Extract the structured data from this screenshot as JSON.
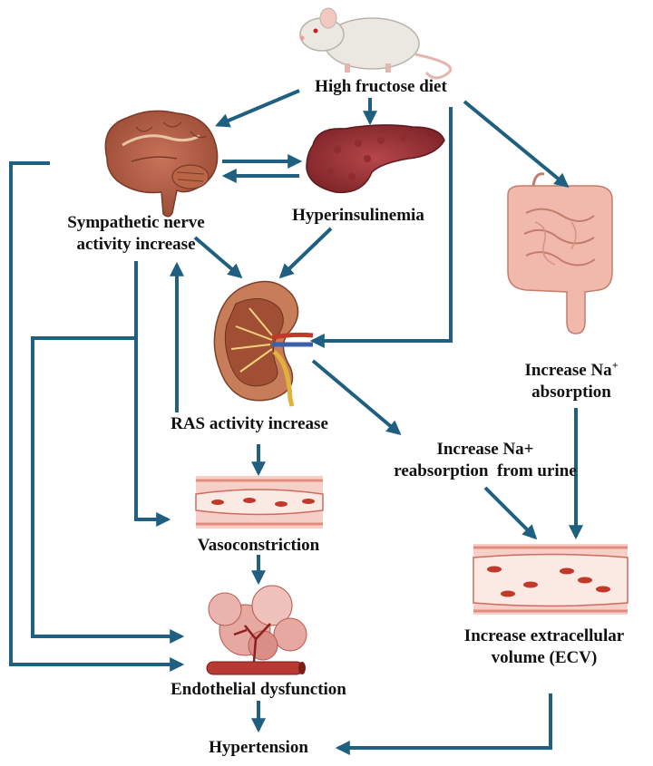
{
  "colors": {
    "arrow": "#1f5f7f",
    "text": "#111111",
    "background": "#ffffff"
  },
  "nodes": {
    "diet": {
      "label": "High fructose diet",
      "icon": "mouse-icon"
    },
    "brain": {
      "line1": "Sympathetic nerve",
      "line2": "activity increase",
      "icon": "brain-icon"
    },
    "pancreas": {
      "label": "Hyperinsulinemia",
      "icon": "pancreas-icon"
    },
    "intestine": {
      "line1_main": "Increase Na",
      "line1_sup": "+",
      "line2": "absorption",
      "icon": "intestine-icon"
    },
    "kidney": {
      "label": "RAS activity increase",
      "icon": "kidney-icon"
    },
    "reabsorption": {
      "line1": "Increase Na+",
      "line2": "reabsorption  from urine"
    },
    "vaso": {
      "label": "Vasoconstriction",
      "icon": "narrowed-vessel-icon"
    },
    "ecv": {
      "line1": "Increase extracellular",
      "line2": "volume (ECV)",
      "icon": "expanded-vessel-icon"
    },
    "endo": {
      "label": "Endothelial dysfunction",
      "icon": "damaged-vessel-icon"
    },
    "htn": {
      "label": "Hypertension"
    }
  }
}
